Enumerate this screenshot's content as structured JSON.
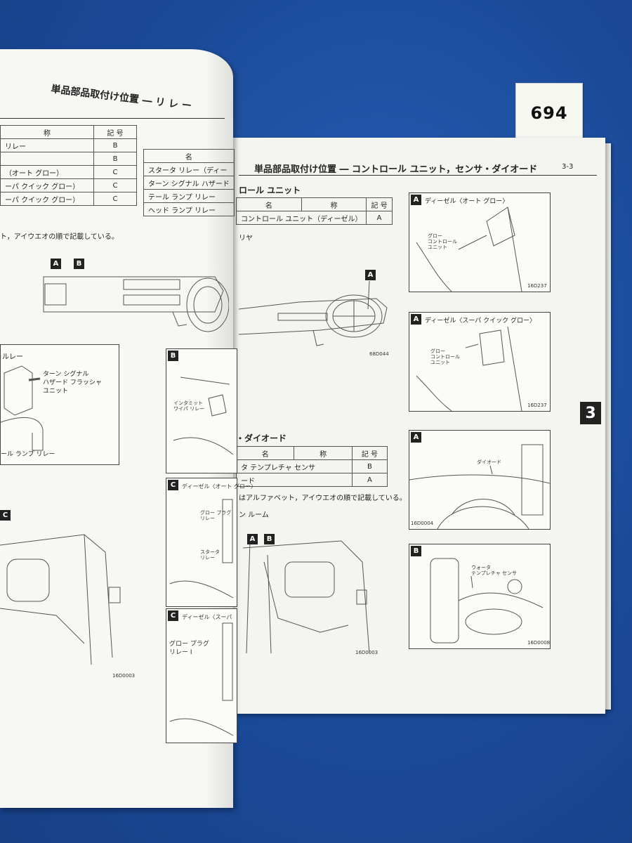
{
  "sticker": {
    "number": "694"
  },
  "left_page": {
    "title": "単品部品取付け位置 ― リ レ ー",
    "table": {
      "headers": [
        "称",
        "記 号"
      ],
      "rows": [
        [
          "リレー",
          "B"
        ],
        [
          "",
          "B"
        ],
        [
          "（オート グロー）",
          "C"
        ],
        [
          "ーパ クイック グロー）",
          "C"
        ],
        [
          "ーパ クイック グロー）",
          "C"
        ]
      ]
    },
    "table2": {
      "header": "名",
      "rows": [
        "スタータ リレー（ディー",
        "ターン シグナル ハザード",
        "テール ランプ リレー",
        "ヘッド ランプ リレー"
      ]
    },
    "note": "ト，アイウエオの順で記載している。",
    "overview_labels": [
      "A",
      "B"
    ],
    "relay_box_title": "ルレー",
    "turn_signal_label": [
      "ターン シグナル",
      "ハザード フラッシャ",
      "ユニット"
    ],
    "tail_lamp_label": "ール ランプ リレー",
    "panel_b": {
      "tag": "B",
      "label": [
        "インタミット",
        "ワイパ リレー"
      ]
    },
    "panel_c1": {
      "tag": "C",
      "title": "ディーゼル〈オート グロー〉",
      "labels": [
        "グロー プラグ",
        "リレー",
        "スタータ",
        "リレー"
      ]
    },
    "panel_c2": {
      "tag": "C",
      "title": "ディーゼル〈スーパ",
      "labels": [
        "グロー プラグ",
        "リレー I"
      ]
    },
    "cab_tag": "C",
    "code_left": "16D0003"
  },
  "right_page": {
    "title": "単品部品取付け位置 ― コントロール ユニット，センサ・ダイオード",
    "page_no": "3-3",
    "section1": "ロール ユニット",
    "table1": {
      "headers": [
        "名",
        "称",
        "記 号"
      ],
      "rows": [
        [
          "コントロール ユニット（ディーゼル）",
          "A"
        ]
      ]
    },
    "sub1": "リヤ",
    "dash_tag": "A",
    "dash_code": "68D044",
    "section2": "・ダイオード",
    "table2": {
      "headers": [
        "名",
        "称",
        "記 号"
      ],
      "rows": [
        [
          "タ テンプレチャ センサ",
          "B"
        ],
        [
          "ード",
          "A"
        ]
      ]
    },
    "note2": "はアルファベット，アイウエオの順で記載している。",
    "sub2": "ン ルーム",
    "cab_tags": [
      "A",
      "B"
    ],
    "cab_code": "16D0003",
    "panel_a1": {
      "tag": "A",
      "title": "ディーゼル〈オート グロー〉",
      "labels": [
        "グロー",
        "コントロール",
        "ユニット"
      ],
      "code": "16D237"
    },
    "panel_a2": {
      "tag": "A",
      "title": "ディーゼル〈スーパ クイック グロー〉",
      "labels": [
        "グロー",
        "コントロール",
        "ユニット"
      ],
      "code": "16D237"
    },
    "panel_a3": {
      "tag": "A",
      "label": "ダイオード",
      "code": "16D0004"
    },
    "panel_b": {
      "tag": "B",
      "labels": [
        "ウォータ",
        "テンプレチャ センサ"
      ],
      "code": "16D0008"
    },
    "section_tab": "3"
  }
}
